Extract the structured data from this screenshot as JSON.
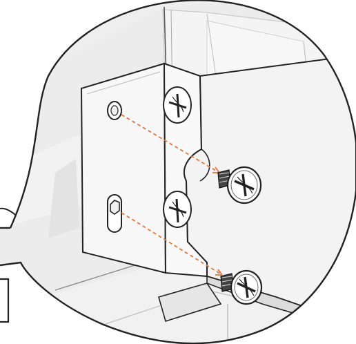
{
  "diagram": {
    "kind": "assembly-detail-callout",
    "steps": [
      {
        "part": "screw",
        "from": "round-hole",
        "to": "upper-screw",
        "arrow_color": "#e8743b"
      },
      {
        "part": "screw",
        "from": "hex-slot-hole",
        "to": "lower-screw",
        "arrow_color": "#e8743b"
      }
    ],
    "colors": {
      "background_panel": "#eeeeee",
      "panel_light": "#f6f6f6",
      "outline": "#222222",
      "arrow": "#e8743b"
    }
  }
}
